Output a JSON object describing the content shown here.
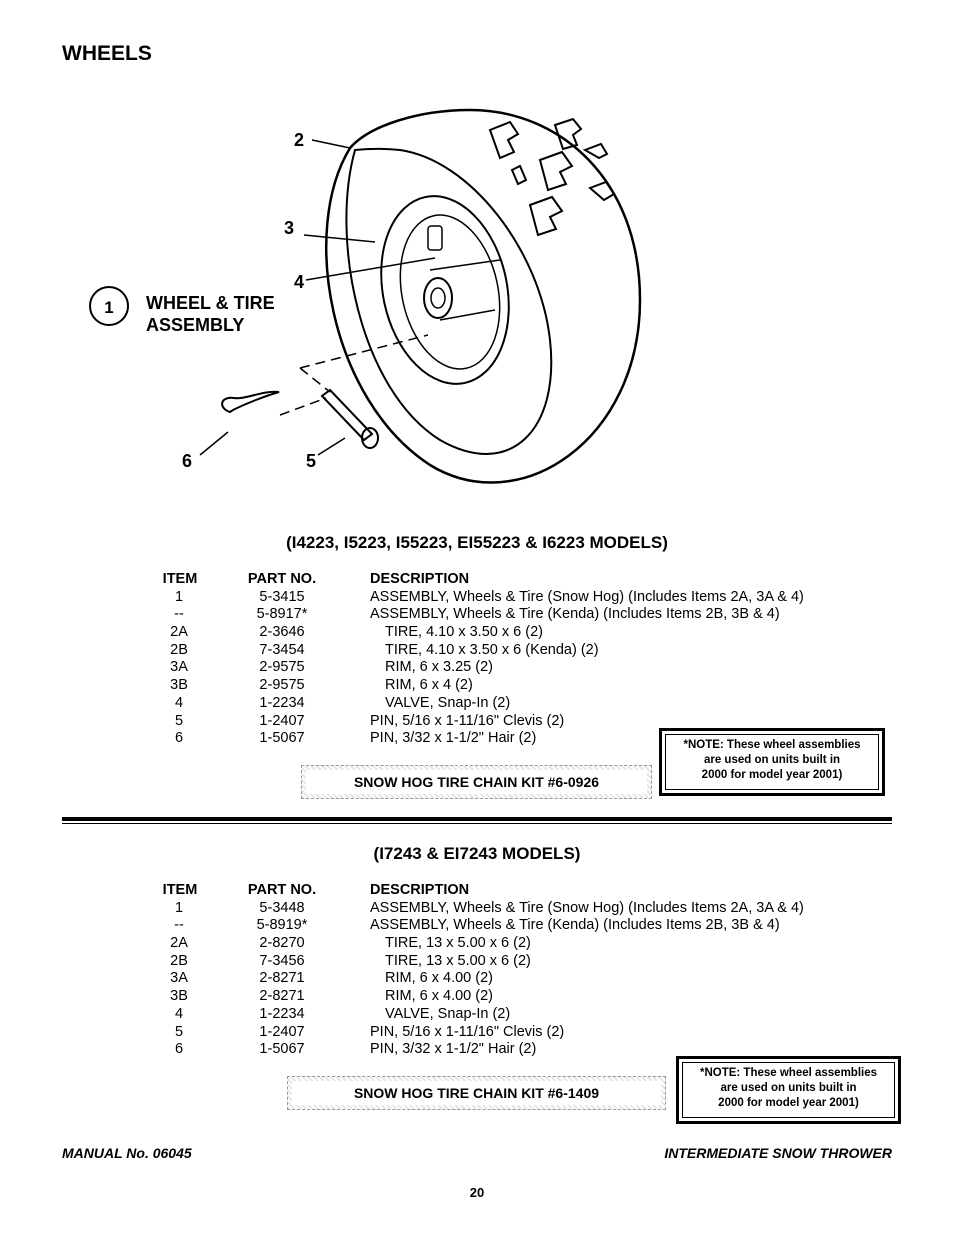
{
  "page_title": "WHEELS",
  "callouts": [
    "2",
    "3",
    "4",
    "6",
    "5"
  ],
  "assembly": {
    "item_no": "1",
    "label_line1": "WHEEL & TIRE",
    "label_line2": "ASSEMBLY"
  },
  "headers": {
    "item": "ITEM",
    "part": "PART NO.",
    "desc": "DESCRIPTION"
  },
  "section1": {
    "models": "(I4223, I5223, I55223, EI55223 & I6223 MODELS)",
    "rows": [
      {
        "item": "1",
        "part": "5-3415",
        "desc": "ASSEMBLY, Wheels & Tire (Snow Hog) (Includes Items 2A, 3A & 4)"
      },
      {
        "item": "--",
        "part": "5-8917*",
        "desc": "ASSEMBLY, Wheels & Tire (Kenda) (Includes Items 2B, 3B & 4)"
      },
      {
        "item": "2A",
        "part": "2-3646",
        "desc": "TIRE, 4.10 x 3.50 x 6 (2)"
      },
      {
        "item": "2B",
        "part": "7-3454",
        "desc": "TIRE, 4.10 x 3.50 x 6 (Kenda) (2)"
      },
      {
        "item": "3A",
        "part": "2-9575",
        "desc": "RIM, 6 x 3.25 (2)"
      },
      {
        "item": "3B",
        "part": "2-9575",
        "desc": "RIM, 6 x 4 (2)"
      },
      {
        "item": "4",
        "part": "1-2234",
        "desc": "VALVE, Snap-In (2)"
      },
      {
        "item": "5",
        "part": "1-2407",
        "desc": "PIN, 5/16 x 1-11/16\" Clevis (2)"
      },
      {
        "item": "6",
        "part": "1-5067",
        "desc": "PIN, 3/32 x 1-1/2\" Hair (2)"
      }
    ],
    "kit": "SNOW HOG TIRE CHAIN KIT #6-0926",
    "note": [
      "*NOTE: These wheel assemblies",
      "are used on units built in",
      "2000 for model year 2001)"
    ]
  },
  "section2": {
    "models": "(I7243 & EI7243 MODELS)",
    "rows": [
      {
        "item": "1",
        "part": "5-3448",
        "desc": "ASSEMBLY, Wheels & Tire (Snow Hog) (Includes Items 2A, 3A & 4)"
      },
      {
        "item": "--",
        "part": "5-8919*",
        "desc": "ASSEMBLY, Wheels & Tire (Kenda) (Includes Items 2B, 3B & 4)"
      },
      {
        "item": "2A",
        "part": "2-8270",
        "desc": "TIRE, 13 x 5.00 x 6 (2)"
      },
      {
        "item": "2B",
        "part": "7-3456",
        "desc": "TIRE, 13 x 5.00 x 6 (2)"
      },
      {
        "item": "3A",
        "part": "2-8271",
        "desc": "RIM, 6 x 4.00 (2)"
      },
      {
        "item": "3B",
        "part": "2-8271",
        "desc": "RIM, 6 x 4.00 (2)"
      },
      {
        "item": "4",
        "part": "1-2234",
        "desc": "VALVE, Snap-In (2)"
      },
      {
        "item": "5",
        "part": "1-2407",
        "desc": "PIN, 5/16 x 1-11/16\" Clevis (2)"
      },
      {
        "item": "6",
        "part": "1-5067",
        "desc": "PIN, 3/32 x 1-1/2\" Hair (2)"
      }
    ],
    "kit": "SNOW HOG TIRE CHAIN KIT #6-1409",
    "note": [
      "*NOTE: These wheel assemblies",
      "are used on units built in",
      "2000 for model year 2001)"
    ]
  },
  "footer": {
    "manual": "MANUAL No. 06045",
    "product": "INTERMEDIATE SNOW THROWER",
    "page": "20"
  }
}
